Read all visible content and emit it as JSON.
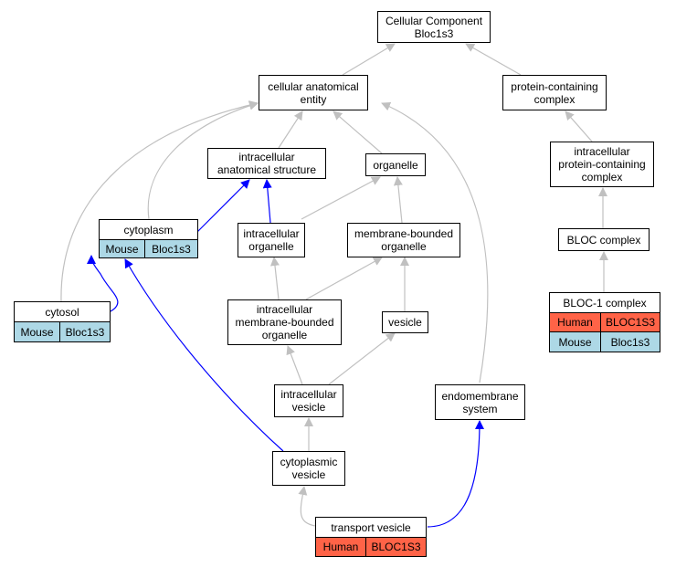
{
  "colors": {
    "edge_default": "#c0c0c0",
    "edge_highlight": "#0000ff",
    "mouse_fill": "#add8e6",
    "human_fill": "#ff6347"
  },
  "nodes": {
    "cellular_component": "Cellular Component\nBloc1s3",
    "cellular_anatomical_entity": "cellular anatomical\nentity",
    "protein_containing_complex": "protein-containing\ncomplex",
    "intracellular_anatomical_structure": "intracellular\nanatomical structure",
    "organelle": "organelle",
    "intracellular_protein_containing_complex": "intracellular\nprotein-containing\ncomplex",
    "cytoplasm": "cytoplasm",
    "intracellular_organelle": "intracellular\norganelle",
    "membrane_bounded_organelle": "membrane-bounded\norganelle",
    "bloc_complex": "BLOC complex",
    "bloc1_complex": "BLOC-1 complex",
    "cytosol": "cytosol",
    "intracellular_membrane_bounded_organelle": "intracellular\nmembrane-bounded\norganelle",
    "vesicle": "vesicle",
    "intracellular_vesicle": "intracellular\nvesicle",
    "endomembrane_system": "endomembrane\nsystem",
    "cytoplasmic_vesicle": "cytoplasmic\nvesicle",
    "transport_vesicle": "transport vesicle"
  },
  "annotations": {
    "cytoplasm_mouse": [
      "Mouse",
      "Bloc1s3"
    ],
    "cytosol_mouse": [
      "Mouse",
      "Bloc1s3"
    ],
    "bloc1_human": [
      "Human",
      "BLOC1S3"
    ],
    "bloc1_mouse": [
      "Mouse",
      "Bloc1s3"
    ],
    "transport_human": [
      "Human",
      "BLOC1S3"
    ]
  }
}
